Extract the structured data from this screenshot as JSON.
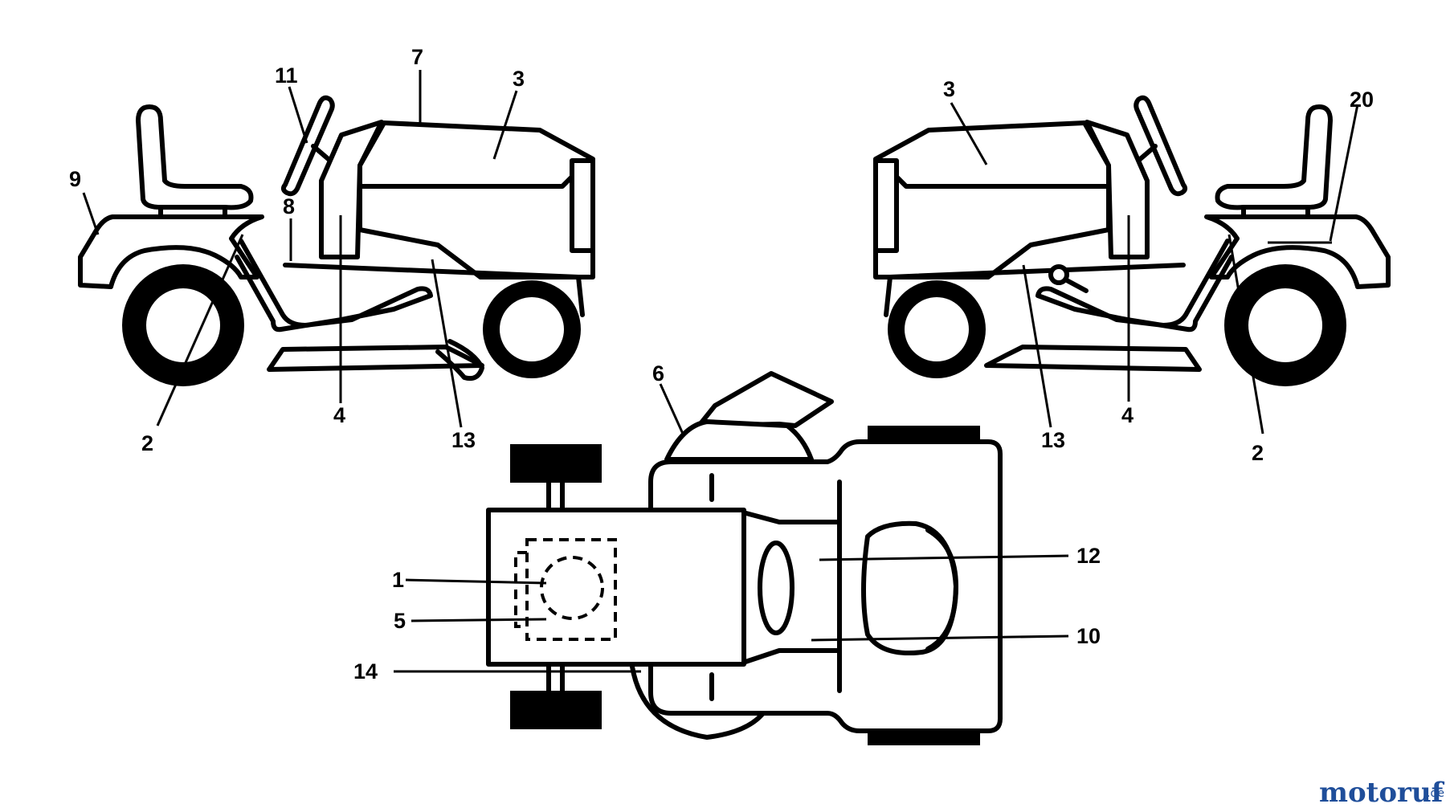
{
  "callouts": {
    "l9": "9",
    "l11": "11",
    "l7": "7",
    "l3_left": "3",
    "l8": "8",
    "l2_left": "2",
    "l4_left": "4",
    "l13_left": "13",
    "l3_right": "3",
    "l20": "20",
    "l13_right": "13",
    "l4_right": "4",
    "l2_right": "2",
    "l6": "6",
    "l1": "1",
    "l5": "5",
    "l14": "14",
    "l12": "12",
    "l10": "10"
  },
  "watermark": {
    "main": "motoruf",
    "suffix": ".de",
    "color_blue": "#1f4e9a",
    "color_green": "#3a9a2b"
  }
}
